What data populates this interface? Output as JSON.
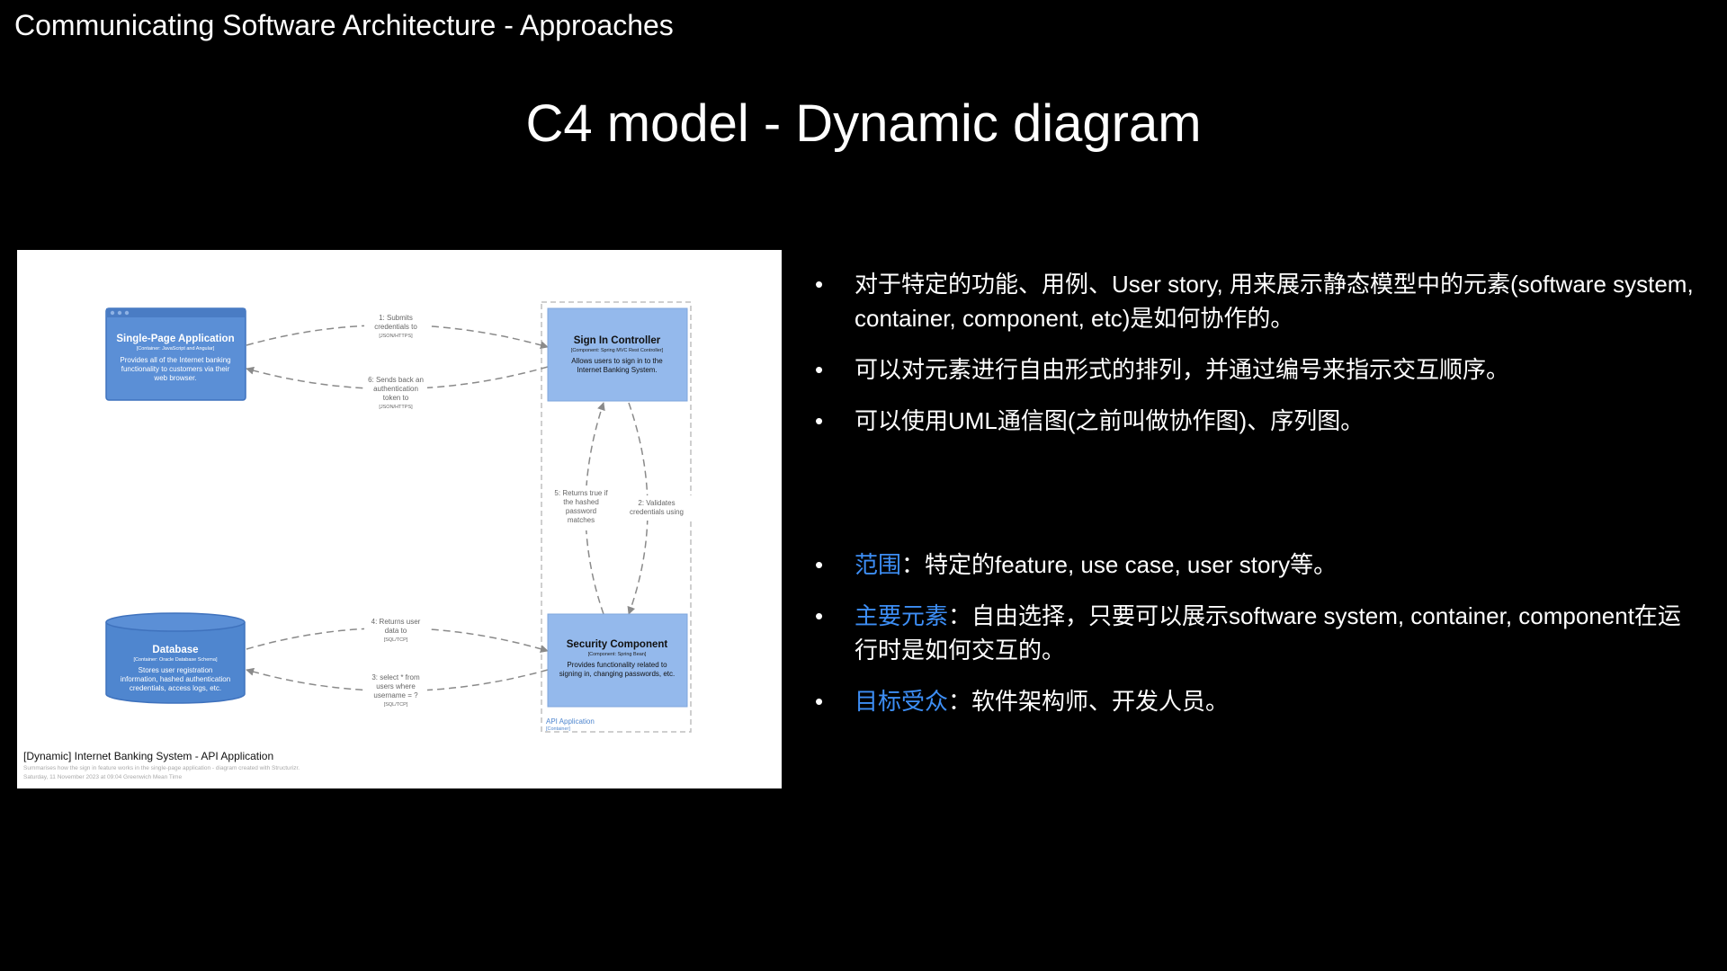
{
  "header": {
    "title": "Communicating Software Architecture - Approaches"
  },
  "slide": {
    "title": "C4 model - Dynamic diagram"
  },
  "colors": {
    "background": "#000000",
    "accent": "#3d8ef5",
    "container_fill": "#5b8fd6",
    "component_fill": "#94b9ec",
    "database_fill": "#4f86cf",
    "boundary": "#bfbfbf",
    "arrow": "#8a8a8a"
  },
  "diagram": {
    "nodes": {
      "spa": {
        "name": "Single-Page Application",
        "tech": "[Container: JavaScript and Angular]",
        "desc": [
          "Provides all of the Internet banking",
          "functionality to customers via their",
          "web browser."
        ]
      },
      "signin": {
        "name": "Sign In Controller",
        "tech": "[Component: Spring MVC Rest Controller]",
        "desc": [
          "Allows users to sign in to the",
          "Internet Banking System."
        ]
      },
      "database": {
        "name": "Database",
        "tech": "[Container: Oracle Database Schema]",
        "desc": [
          "Stores user registration",
          "information, hashed authentication",
          "credentials, access logs, etc."
        ]
      },
      "security": {
        "name": "Security Component",
        "tech": "[Component: Spring Bean]",
        "desc": [
          "Provides functionality related to",
          "signing in, changing passwords, etc."
        ]
      }
    },
    "boundary": {
      "name": "API Application",
      "type": "[Container]"
    },
    "edges": [
      {
        "id": "e1",
        "label": [
          "1: Submits",
          "credentials to"
        ],
        "tech": "[JSON/HTTPS]"
      },
      {
        "id": "e6",
        "label": [
          "6: Sends back an",
          "authentication",
          "token to"
        ],
        "tech": "[JSON/HTTPS]"
      },
      {
        "id": "e5",
        "label": [
          "5: Returns true if",
          "the hashed",
          "password",
          "matches"
        ],
        "tech": ""
      },
      {
        "id": "e2",
        "label": [
          "2: Validates",
          "credentials using"
        ],
        "tech": ""
      },
      {
        "id": "e4",
        "label": [
          "4: Returns user",
          "data to"
        ],
        "tech": "[SQL/TCP]"
      },
      {
        "id": "e3",
        "label": [
          "3: select * from",
          "users where",
          "username = ?"
        ],
        "tech": "[SQL/TCP]"
      }
    ],
    "footer": {
      "title": "[Dynamic] Internet Banking System - API Application",
      "subtitle": "Summarises how the sign in feature works in the single-page application - diagram created with Structurizr.",
      "date": "Saturday, 11 November 2023 at 09:04 Greenwich Mean Time"
    }
  },
  "bullets_top": [
    {
      "line1": "对于特定的功能、用例、User story, 用来展示静态模型中的元素(software system,",
      "line2": "container, component, etc)是如何协作的。"
    },
    {
      "line1": "可以对元素进行自由形式的排列，并通过编号来指示交互顺序。",
      "line2": ""
    },
    {
      "line1": "可以使用UML通信图(之前叫做协作图)、序列图。",
      "line2": ""
    }
  ],
  "bullets_bottom": [
    {
      "label": "范围",
      "sep": "：",
      "line1": "特定的feature, use case, user story等。",
      "line2": ""
    },
    {
      "label": "主要元素",
      "sep": "：",
      "line1": "自由选择，只要可以展示software system, container, component在运",
      "line2": "行时是如何交互的。"
    },
    {
      "label": "目标受众",
      "sep": "：",
      "line1": "软件架构师、开发人员。",
      "line2": ""
    }
  ],
  "bullet_glyph": "•"
}
